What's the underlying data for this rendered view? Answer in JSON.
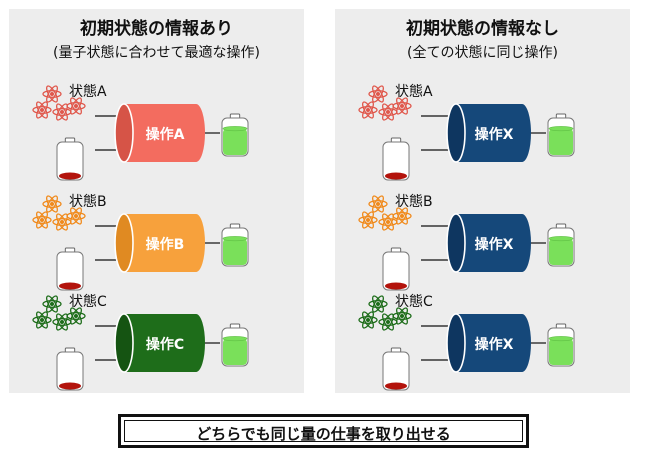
{
  "left_panel": {
    "title": "初期状態の情報あり",
    "subtitle": "(量子状態に合わせて最適な操作)",
    "rows": [
      {
        "state_label": "状態A",
        "operation_label": "操作A",
        "operation_color": "#f36c5f",
        "operation_dark": "#d65447",
        "atom_color": "#e0584c"
      },
      {
        "state_label": "状態B",
        "operation_label": "操作B",
        "operation_color": "#f7a13c",
        "operation_dark": "#e08a22",
        "atom_color": "#f08a1c"
      },
      {
        "state_label": "状態C",
        "operation_label": "操作C",
        "operation_color": "#1e6d1a",
        "operation_dark": "#155412",
        "atom_color": "#1e6d1a"
      }
    ]
  },
  "right_panel": {
    "title": "初期状態の情報なし",
    "subtitle": "(全ての状態に同じ操作)",
    "rows": [
      {
        "state_label": "状態A",
        "operation_label": "操作X",
        "operation_color": "#15487a",
        "operation_dark": "#0e3660",
        "atom_color": "#e0584c"
      },
      {
        "state_label": "状態B",
        "operation_label": "操作X",
        "operation_color": "#15487a",
        "operation_dark": "#0e3660",
        "atom_color": "#f08a1c"
      },
      {
        "state_label": "状態C",
        "operation_label": "操作X",
        "operation_color": "#15487a",
        "operation_dark": "#0e3660",
        "atom_color": "#1e6d1a"
      }
    ]
  },
  "colors": {
    "battery_full": "#7ae05a",
    "battery_empty": "#b3130c",
    "panel_background": "#ededed"
  },
  "footer": {
    "banner_text": "どちらでも同じ量の仕事を取り出せる"
  }
}
